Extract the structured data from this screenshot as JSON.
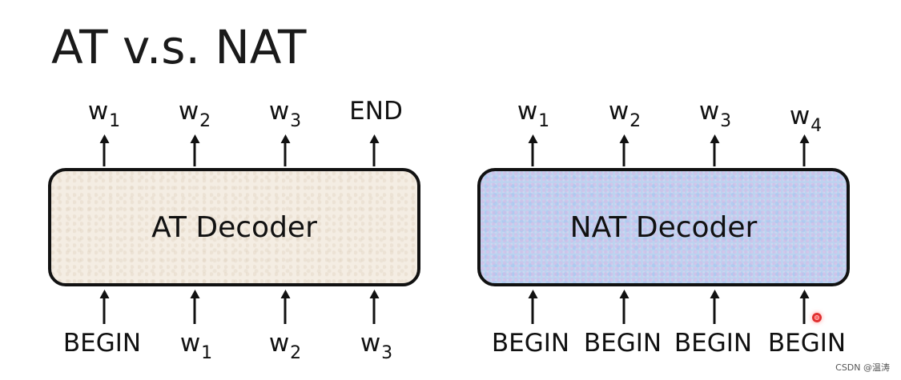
{
  "title": "AT v.s. NAT",
  "at": {
    "label": "AT Decoder",
    "outputs": [
      {
        "base": "w",
        "sub": "1"
      },
      {
        "base": "w",
        "sub": "2"
      },
      {
        "base": "w",
        "sub": "3"
      },
      {
        "base": "END",
        "sub": ""
      }
    ],
    "inputs": [
      {
        "base": "BEGIN",
        "sub": ""
      },
      {
        "base": "w",
        "sub": "1"
      },
      {
        "base": "w",
        "sub": "2"
      },
      {
        "base": "w",
        "sub": "3"
      }
    ]
  },
  "nat": {
    "label": "NAT Decoder",
    "outputs": [
      {
        "base": "w",
        "sub": "1"
      },
      {
        "base": "w",
        "sub": "2"
      },
      {
        "base": "w",
        "sub": "3"
      },
      {
        "base": "w",
        "sub": "4"
      }
    ],
    "inputs": [
      {
        "base": "BEGIN",
        "sub": ""
      },
      {
        "base": "BEGIN",
        "sub": ""
      },
      {
        "base": "BEGIN",
        "sub": ""
      },
      {
        "base": "BEGIN",
        "sub": ""
      }
    ]
  },
  "watermark": "CSDN @温涛",
  "colors": {
    "at_fill": "#f4ede3",
    "nat_fill": "#bcd3ef",
    "stroke": "#111111",
    "cursor": "#e03030"
  }
}
